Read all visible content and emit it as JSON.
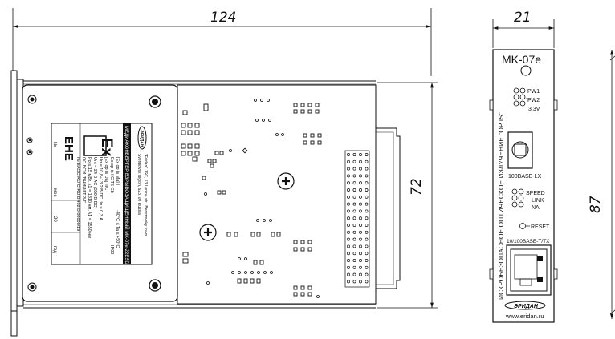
{
  "dimensions": {
    "board_length": "124",
    "board_height": "72",
    "front_width": "21",
    "front_height": "87"
  },
  "label": {
    "title": "МЕДИАКОНВЕРТЕР ВЗРЫВОЗАЩИЩЕННЫЙ МК-07е-22ESD",
    "marking_1": "[Ex op is Ma] I",
    "marking_2": "Ex op is IIC T6 Gb",
    "marking_3": "[Ex op is Da] IIIC",
    "temp": "-40°C ≤ Ta ≤ +50°C",
    "ip": "IP00",
    "power": "Uп = 10,8÷13,2 В DC, Iп = 0,3 A",
    "um": "Um = 24 В AC (350 В DC)",
    "po": "Po ≤ 15 мВт, λ1 = 1310 нм, λ1 = 1550 нм",
    "cert_org": "ОС ВСИ \"ВНИИФТРИ\"",
    "cert_no": "№ ЕАЭС RU C-RU.ВН02.В.00000/19",
    "maker_line1": "\"Eridan\" JSC, 13 Lenina str., Berezovsky town",
    "maker_line2": "Sverdlovsk region, 623700 Russia",
    "no_label": "№",
    "month_label": "мес",
    "year_prefix": "20",
    "year_label": "год",
    "ex_symbol": "Ex",
    "eac_symbol": "ЕНЕ",
    "brand": "ЭРИДАН"
  },
  "front_panel": {
    "model": "MK-07e",
    "pw1": "PW1",
    "pw2": "PW2",
    "v33": "3,3V",
    "port_fiber": "100BASE-LX",
    "speed": "SPEED",
    "link": "LINK",
    "na": "NA",
    "reset": "RESET",
    "port_eth": "10/100BASE-T/TX",
    "vertical_text": "ИСКРОБЕЗОПАСНОЕ ОПТИЧЕСКОЕ ИЗЛУЧЕНИЕ \"OP IS\"",
    "brand": "ЭРИДАН",
    "url": "www.eridan.ru"
  },
  "colors": {
    "line": "#111111",
    "background": "#ffffff"
  }
}
